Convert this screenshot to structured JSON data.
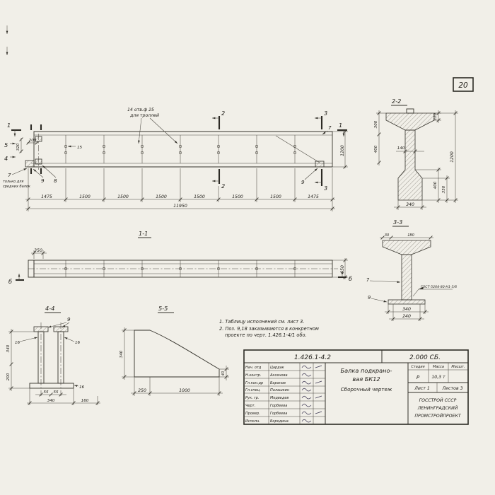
{
  "sheet": {
    "number": "20"
  },
  "elevation": {
    "holes_note_line1": "14 отв.ф 25",
    "holes_note_line2": "для троллей",
    "cut1": "1",
    "cut2": "2",
    "cut3": "3",
    "cut4": "4",
    "cut5": "5",
    "dim_320": "320",
    "dim_200": "200",
    "dim_15": "15",
    "dim_1200": "1200",
    "pos7_right": "7",
    "pos7_left": "7",
    "left_note_line1": "только для",
    "left_note_line2": "средних балок",
    "pos9_left": "9",
    "pos8_left": "8",
    "pos9_right": "9",
    "dims_bottom": [
      "1475",
      "1500",
      "1500",
      "1500",
      "1500",
      "1500",
      "1500",
      "1475"
    ],
    "dim_total": "11950"
  },
  "view11": {
    "title": "1-1",
    "dim_350": "350",
    "dim_650": "650",
    "marker_b": "б"
  },
  "section22": {
    "title": "2-2",
    "dim_300": "300",
    "dim_400_left": "400",
    "dim_140": "140",
    "dim_120": "120",
    "dim_1200": "1200",
    "dim_400_right": "400",
    "dim_350": "350",
    "dim_340": "340"
  },
  "section33": {
    "title": "3-3",
    "dim_30": "30",
    "dim_180": "180",
    "pos7": "7",
    "pos9": "9",
    "weld_note": "ГОСТ-5264-80-Н1-5/6",
    "dim_340": "340",
    "dim_240": "240"
  },
  "view44": {
    "title": "4-4",
    "pos9": "9",
    "dim_16_left": "16",
    "dim_16_right": "16",
    "dim_16_bottom": "16",
    "dim_340_left": "340",
    "dim_200": "200",
    "dim_55_a": "55",
    "dim_55_b": "55",
    "dim_340_bottom": "340",
    "dim_160": "160"
  },
  "view55": {
    "title": "5-5",
    "dim_340": "340",
    "dim_40": "40",
    "dim_250": "250",
    "dim_1000": "1000"
  },
  "notes": {
    "line1": "1. Таблицу исполнений см. лист 3.",
    "line2": "2. Поз. 9,18 заказываются в конкретном",
    "line3": "проекте по черт. 1.426.1-4/1 обо."
  },
  "titleblock": {
    "doc_number": "1.426.1-4.2",
    "doc_code": "2.000 СБ.",
    "title_line1": "Балка подкрано-",
    "title_line2": "вая  БК12",
    "title_line3": "Сборочный  чертеж",
    "stage_header": "Стадия",
    "mass_header": "Масса",
    "scale_header": "Масшт.",
    "stage_value": "Р",
    "mass_value": "10,3 т",
    "sheet_label": "Лист 1",
    "sheets_label": "Листов 3",
    "org_line1": "ГОССТРОЙ СССР",
    "org_line2": "ЛЕНИНГРАДСКИЙ",
    "org_line3": "ПРОМСТРОЙПРОЕКТ",
    "staff": [
      {
        "role": "Нач. отд",
        "name": "Цардак"
      },
      {
        "role": "Н.контр.",
        "name": "Аксенова"
      },
      {
        "role": "Гл.кон.др",
        "name": "Баранов"
      },
      {
        "role": "Гл.спец.",
        "name": "Палашкин"
      },
      {
        "role": "Рук. гр.",
        "name": "Медведев"
      },
      {
        "role": "Черт.",
        "name": "Горбеева"
      },
      {
        "role": "Провер.",
        "name": "Горбеева"
      },
      {
        "role": "Исполн.",
        "name": "Бородина"
      }
    ]
  }
}
